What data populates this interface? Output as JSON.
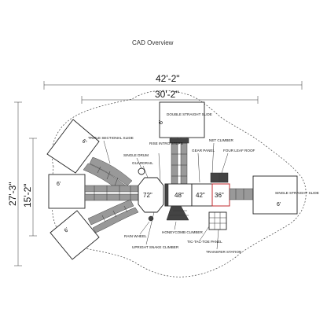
{
  "title": "CAD Overview",
  "dimensions": {
    "overall_width": "42'-2\"",
    "inner_width": "30'-2\"",
    "overall_depth": "27'-3\"",
    "inner_depth": "15'-2\""
  },
  "deck_heights": [
    "72\"",
    "48\"",
    "42\"",
    "36\""
  ],
  "slide_widths": {
    "top": "6'",
    "left": "6'",
    "right": "6'",
    "upper_left": "6'",
    "lower_left": "6'"
  },
  "callouts": {
    "double_straight_slide": "DOUBLE STRAIGHT SLIDE",
    "triple_sectional_slide": "TRIPLE SECTIONAL SLIDE",
    "rise_intro_steps": "RISE INTRO STEPS",
    "gear_panel": "GEAR PANEL",
    "net_climber": "NET CLIMBER",
    "four_leaf_roof": "FOUR LEAF ROOF",
    "single_drum": "SINGLE DRUM",
    "guardrail": "GUARDRAIL",
    "single_straight_slide": "SINGLE STRAIGHT SLIDE",
    "rain_wheel": "RAIN WHEEL",
    "honeycomb_climber": "HONEYCOMB CLIMBER",
    "tic_tac_toe_panel": "TIC-TAC-TOE PANEL",
    "upright_snake_climber": "UPRIGHT SNAKE CLIMBER",
    "transfer_station": "TRANSFER STATION"
  }
}
